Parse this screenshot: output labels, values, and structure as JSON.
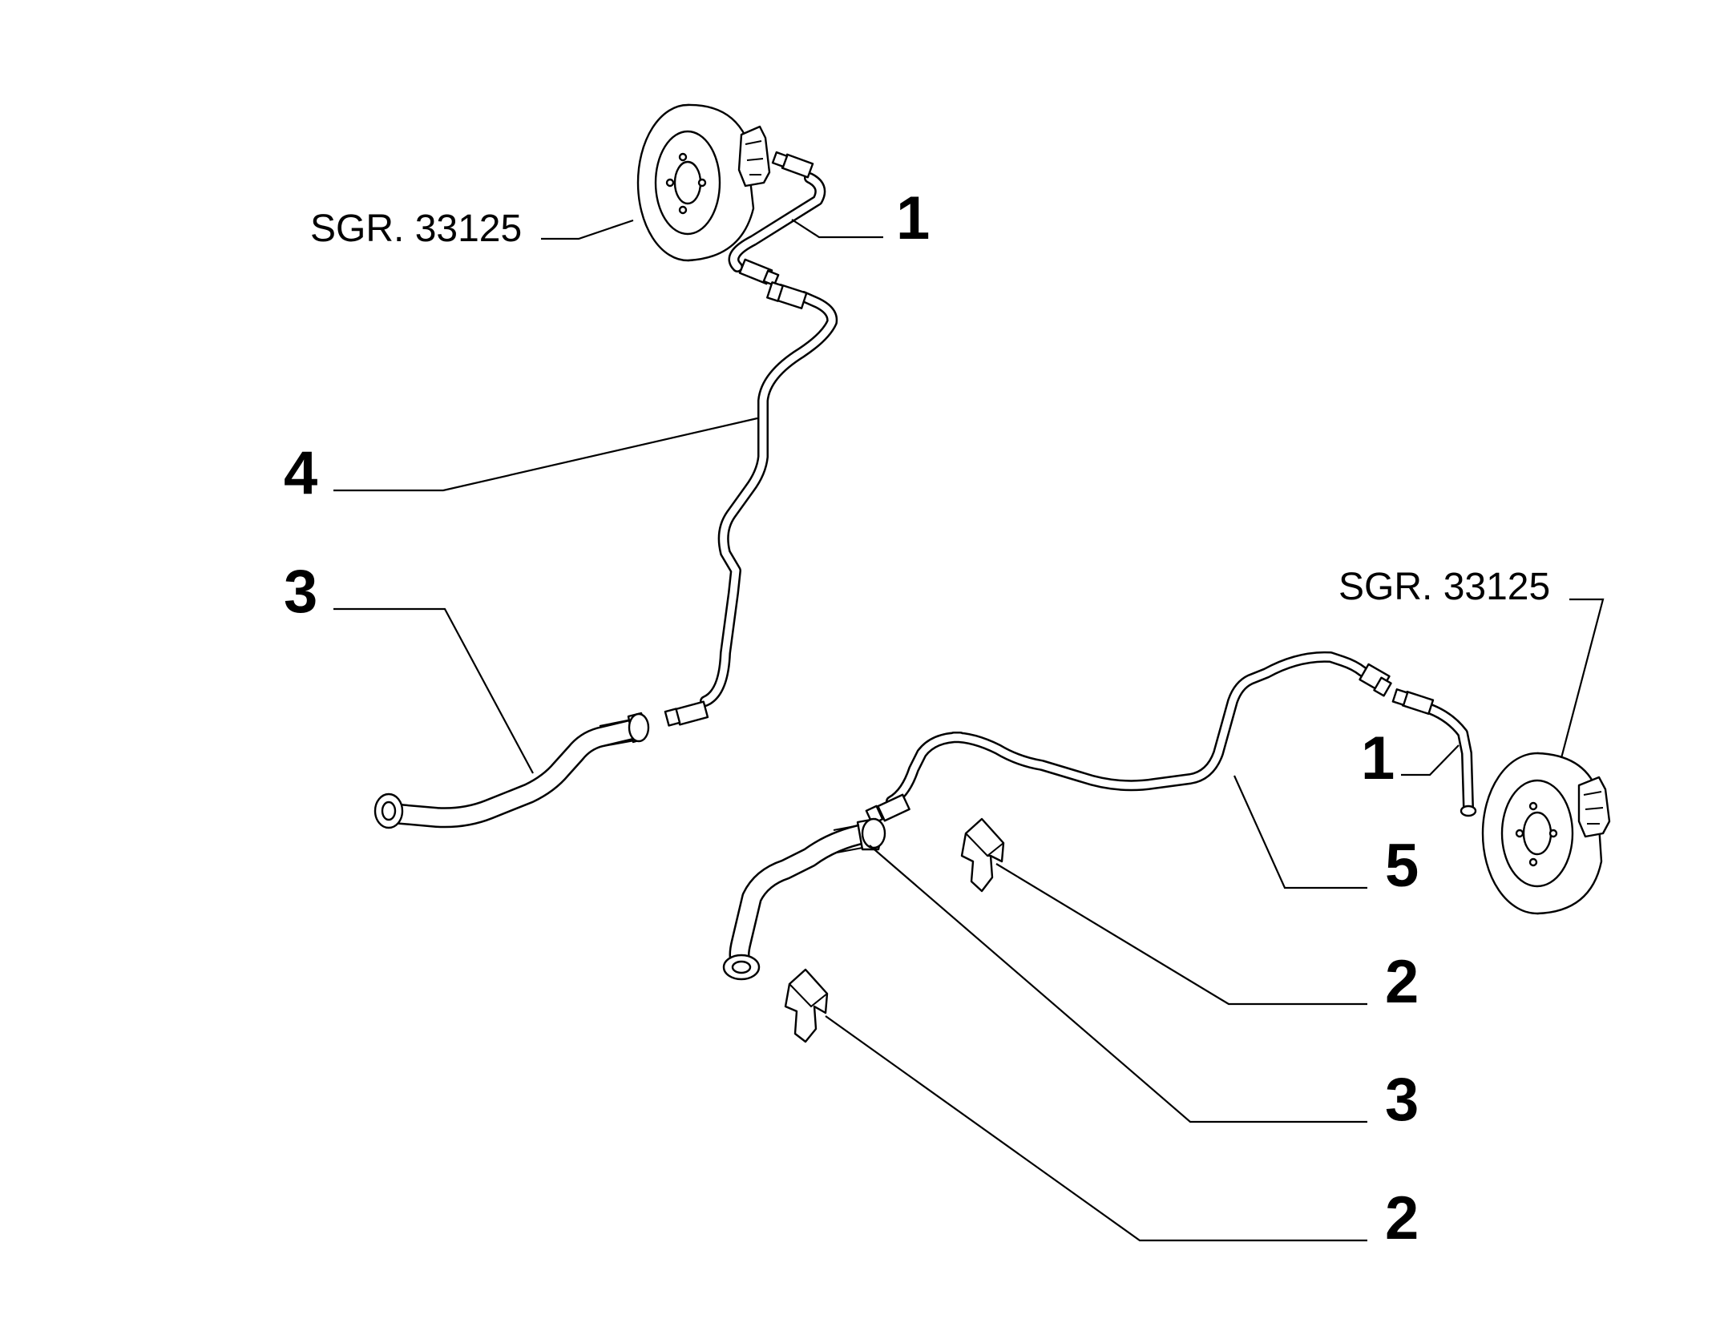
{
  "labels": {
    "ref_top": "SGR. 33125",
    "ref_right": "SGR. 33125",
    "part_1_top": "1",
    "part_4": "4",
    "part_3_left": "3",
    "part_1_right": "1",
    "part_5": "5",
    "part_2_upper": "2",
    "part_3_right": "3",
    "part_2_lower": "2"
  },
  "colors": {
    "ink": "#000000",
    "background": "#ffffff"
  }
}
